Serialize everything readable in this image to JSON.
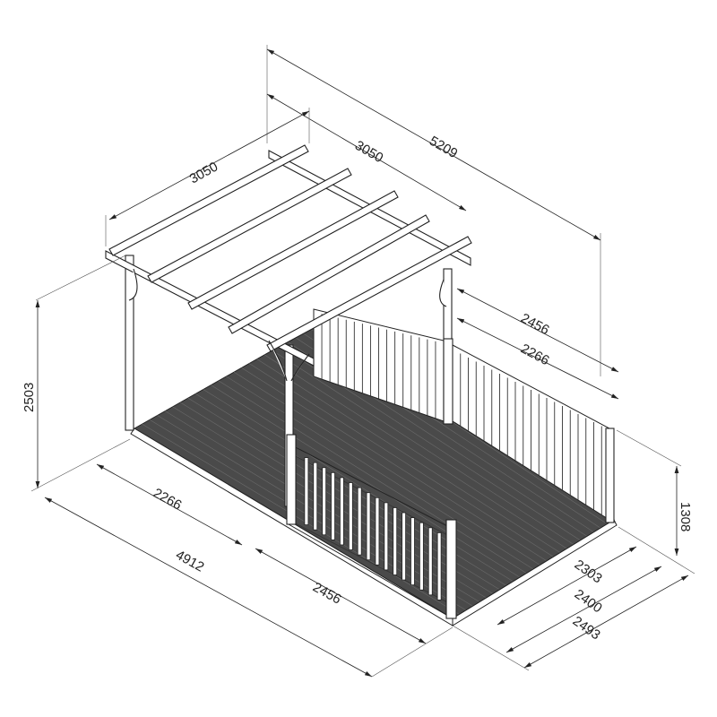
{
  "title": "Pergola deck with balustrade dimension drawing",
  "units": "mm",
  "dimensions": {
    "overall_length_top": "5209",
    "roof_width_left": "3050",
    "roof_width_right": "3050",
    "right_side_outer": "2456",
    "right_side_inner": "2266",
    "height_pergola": "2503",
    "height_rail": "1308",
    "front_left_inner": "2266",
    "front_total": "4912",
    "front_right": "2456",
    "depth_inner": "2303",
    "depth_mid": "2400",
    "depth_outer": "2493"
  },
  "colors": {
    "line": "#222222",
    "deck": "#4a4a4a"
  }
}
